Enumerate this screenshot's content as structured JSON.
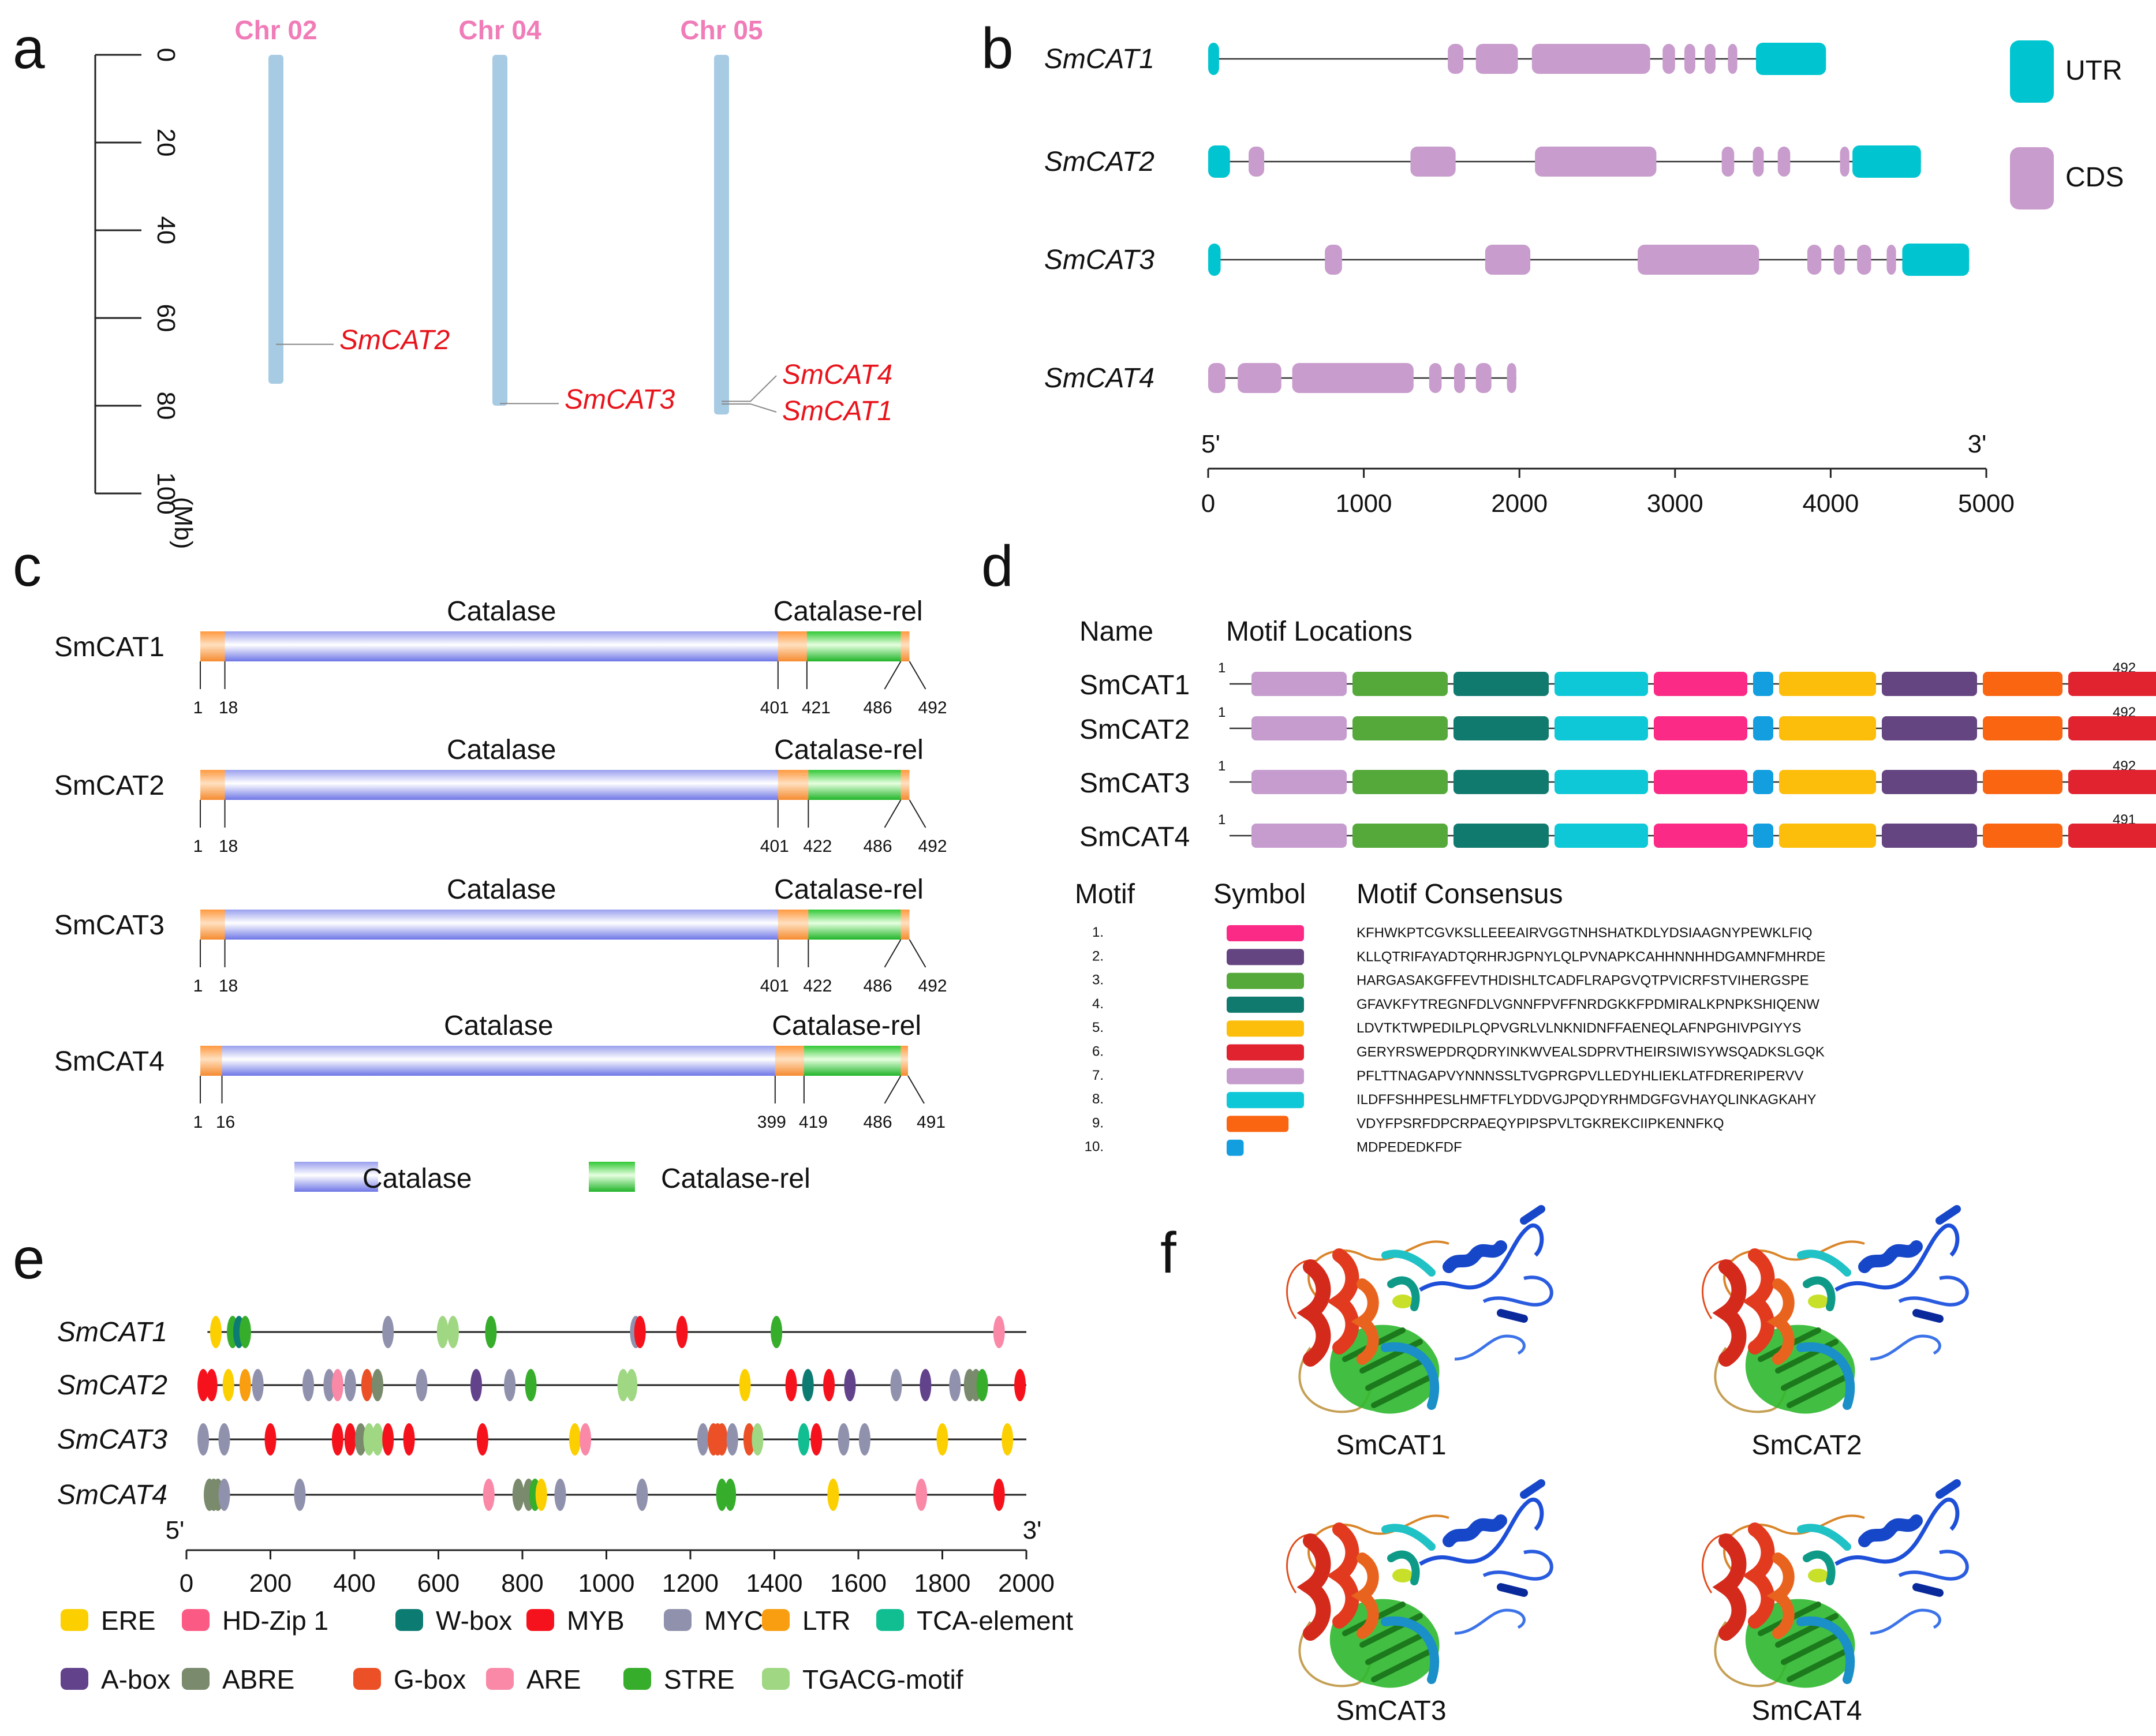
{
  "panel_labels": {
    "a": "a",
    "b": "b",
    "c": "c",
    "d": "d",
    "e": "e",
    "f": "f"
  },
  "panel_a": {
    "chromosomes": [
      {
        "name": "Chr 02",
        "length": 75,
        "genes": [
          {
            "name": "SmCAT2",
            "pos": 66
          }
        ]
      },
      {
        "name": "Chr 04",
        "length": 80,
        "genes": [
          {
            "name": "SmCAT3",
            "pos": 79.5
          }
        ]
      },
      {
        "name": "Chr 05",
        "length": 82,
        "genes": [
          {
            "name": "SmCAT4",
            "pos": 79
          },
          {
            "name": "SmCAT1",
            "pos": 79.6
          }
        ]
      }
    ],
    "axis_ticks": [
      "0",
      "20",
      "40",
      "60",
      "80",
      "100"
    ],
    "axis_unit": "(Mb)",
    "colors": {
      "chromosome": "#a8cbe4",
      "gene_text": "#e8141c",
      "chr_label": "#f07cb8"
    }
  },
  "panel_b": {
    "genes": [
      {
        "name": "SmCAT1",
        "start": 0,
        "end": 3970,
        "utr": [
          [
            0,
            70
          ],
          [
            3520,
            3970
          ]
        ],
        "cds": [
          [
            1540,
            1640
          ],
          [
            1720,
            1990
          ],
          [
            2080,
            2840
          ],
          [
            2920,
            3000
          ],
          [
            3060,
            3130
          ],
          [
            3190,
            3260
          ],
          [
            3340,
            3400
          ]
        ]
      },
      {
        "name": "SmCAT2",
        "start": 0,
        "end": 4580,
        "utr": [
          [
            0,
            140
          ],
          [
            4140,
            4580
          ]
        ],
        "cds": [
          [
            260,
            360
          ],
          [
            1300,
            1590
          ],
          [
            2100,
            2880
          ],
          [
            3300,
            3380
          ],
          [
            3500,
            3570
          ],
          [
            3660,
            3740
          ],
          [
            4060,
            4120
          ]
        ]
      },
      {
        "name": "SmCAT3",
        "start": 0,
        "end": 4890,
        "utr": [
          [
            0,
            80
          ],
          [
            4460,
            4890
          ]
        ],
        "cds": [
          [
            750,
            860
          ],
          [
            1780,
            2070
          ],
          [
            2760,
            3540
          ],
          [
            3850,
            3940
          ],
          [
            4020,
            4090
          ],
          [
            4170,
            4260
          ],
          [
            4360,
            4420
          ]
        ]
      },
      {
        "name": "SmCAT4",
        "start": 0,
        "end": 1980,
        "utr": [],
        "cds": [
          [
            0,
            110
          ],
          [
            190,
            470
          ],
          [
            540,
            1320
          ],
          [
            1420,
            1500
          ],
          [
            1580,
            1650
          ],
          [
            1720,
            1820
          ],
          [
            1920,
            1980
          ]
        ]
      }
    ],
    "legend": [
      {
        "label": "UTR",
        "color": "#00c5d0"
      },
      {
        "label": "CDS",
        "color": "#c89ccc"
      }
    ],
    "axis_ticks": [
      "0",
      "1000",
      "2000",
      "3000",
      "4000",
      "5000"
    ],
    "axis_max": 5000,
    "end5": "5'",
    "end3": "3'"
  },
  "panel_c": {
    "proteins": [
      {
        "name": "SmCAT1",
        "catalase_label": "Catalase",
        "rel_label": "Catalase-rel",
        "length": 492,
        "cat": [
          18,
          401
        ],
        "rel": [
          421,
          486
        ],
        "ticks": [
          1,
          18,
          401,
          421,
          486,
          492
        ]
      },
      {
        "name": "SmCAT2",
        "catalase_label": "Catalase",
        "rel_label": "Catalase-rel",
        "length": 492,
        "cat": [
          18,
          401
        ],
        "rel": [
          422,
          486
        ],
        "ticks": [
          1,
          18,
          401,
          422,
          486,
          492
        ]
      },
      {
        "name": "SmCAT3",
        "catalase_label": "Catalase",
        "rel_label": "Catalase-rel",
        "length": 492,
        "cat": [
          18,
          401
        ],
        "rel": [
          422,
          486
        ],
        "ticks": [
          1,
          18,
          401,
          422,
          486,
          492
        ]
      },
      {
        "name": "SmCAT4",
        "catalase_label": "Catalase",
        "rel_label": "Catalase-rel",
        "length": 491,
        "cat": [
          16,
          399
        ],
        "rel": [
          419,
          486
        ],
        "ticks": [
          1,
          16,
          399,
          419,
          486,
          491
        ]
      }
    ],
    "legend": [
      {
        "label": "Catalase"
      },
      {
        "label": "Catalase-rel"
      }
    ]
  },
  "panel_d": {
    "header_name": "Name",
    "header_loc": "Motif Locations",
    "rows": [
      {
        "name": "SmCAT1",
        "start": "1",
        "end": "492"
      },
      {
        "name": "SmCAT2",
        "start": "1",
        "end": "492"
      },
      {
        "name": "SmCAT3",
        "start": "1",
        "end": "492"
      },
      {
        "name": "SmCAT4",
        "start": "1",
        "end": "491"
      }
    ],
    "motif_order": [
      7,
      3,
      4,
      8,
      1,
      10,
      5,
      2,
      9,
      6
    ],
    "legend_headers": {
      "motif": "Motif",
      "symbol": "Symbol",
      "consensus": "Motif Consensus"
    },
    "motifs": [
      {
        "num": "1.",
        "color": "#fb2a86",
        "width": 1.0,
        "seq": "KFHWKPTCGVKSLLEEEAIRVGGTNHSHATKDLYDSIAAGNYPEWKLFIQ"
      },
      {
        "num": "2.",
        "color": "#654581",
        "width": 1.0,
        "seq": "KLLQTRIFAYADTQRHRJGPNYLQLPVNAPKCAHHNNHHDGAMNFMHRDE"
      },
      {
        "num": "3.",
        "color": "#54a93a",
        "width": 1.0,
        "seq": "HARGASAKGFFEVTHDISHLTCADFLRAPGVQTPVICRFSTVIHERGSPE"
      },
      {
        "num": "4.",
        "color": "#117a6f",
        "width": 1.0,
        "seq": "GFAVKFYTREGNFDLVGNNFPVFFNRDGKKFPDMIRALKPNPKSHIQENW"
      },
      {
        "num": "5.",
        "color": "#fdbd0b",
        "width": 1.0,
        "seq": "LDVTKTWPEDILPLQPVGRLVLNKNIDNFFAENEQLAFNPGHIVPGIYYS"
      },
      {
        "num": "6.",
        "color": "#e12330",
        "width": 1.0,
        "seq": "GERYRSWEPDRQDRYINKWVEALSDPRVTHEIRSIWISYWSQADKSLGQK"
      },
      {
        "num": "7.",
        "color": "#c59ccd",
        "width": 1.0,
        "seq": "PFLTTNAGAPVYNNNSSLTVGPRGPVLLEDYHLIEKLATFDRERIPERVV"
      },
      {
        "num": "8.",
        "color": "#0ec8d8",
        "width": 1.0,
        "seq": "ILDFFSHHPESLHMFTFLYDDVGJPQDYRHMDGFGVHAYQLINKAGKAHY"
      },
      {
        "num": "9.",
        "color": "#fa6512",
        "width": 0.8,
        "seq": "VDYFPSRFDPCRPAEQYPIPSPVLTGKREKCIIPKENNFKQ"
      },
      {
        "num": "10.",
        "color": "#129edf",
        "width": 0.22,
        "seq": "MDPEDEDKFDF"
      }
    ]
  },
  "panel_e": {
    "genes": [
      "SmCAT1",
      "SmCAT2",
      "SmCAT3",
      "SmCAT4"
    ],
    "axis_ticks": [
      "0",
      "200",
      "400",
      "600",
      "800",
      "1000",
      "1200",
      "1400",
      "1600",
      "1800",
      "2000"
    ],
    "axis_max": 2000,
    "end5": "5'",
    "end3": "3'",
    "elements": {
      "ERE": {
        "label": "ERE",
        "color": "#fcd000"
      },
      "HD": {
        "label": "HD-Zip 1",
        "color": "#fb5a84"
      },
      "WBOX": {
        "label": "W-box",
        "color": "#0c7c73"
      },
      "MYB": {
        "label": "MYB",
        "color": "#f6121c"
      },
      "MYC": {
        "label": "MYC",
        "color": "#9091ad"
      },
      "LTR": {
        "label": "LTR",
        "color": "#f89e10"
      },
      "TCA": {
        "label": "TCA-element",
        "color": "#10be92"
      },
      "ABOX": {
        "label": "A-box",
        "color": "#61428b"
      },
      "ABRE": {
        "label": "ABRE",
        "color": "#7a8a6c"
      },
      "GBOX": {
        "label": "G-box",
        "color": "#eb5026"
      },
      "ARE": {
        "label": "ARE",
        "color": "#fa89a8"
      },
      "STRE": {
        "label": "STRE",
        "color": "#37ad2c"
      },
      "TGACG": {
        "label": "TGACG-motif",
        "color": "#9fd783"
      }
    },
    "legend_order": [
      [
        "ERE",
        "HD",
        "WBOX",
        "MYB",
        "MYC",
        "LTR",
        "TCA"
      ],
      [
        "ABOX",
        "ABRE",
        "GBOX",
        "ARE",
        "STRE",
        "TGACG"
      ]
    ],
    "sites": [
      [
        [
          "ERE",
          70
        ],
        [
          "STRE",
          110
        ],
        [
          "WBOX",
          125
        ],
        [
          "STRE",
          140
        ],
        [
          "MYC",
          480
        ],
        [
          "TGACG",
          610
        ],
        [
          "TGACG",
          635
        ],
        [
          "STRE",
          725
        ],
        [
          "MYC",
          1070
        ],
        [
          "MYB",
          1080
        ],
        [
          "MYB",
          1180
        ],
        [
          "STRE",
          1405
        ],
        [
          "ARE",
          1935
        ]
      ],
      [
        [
          "MYB",
          40
        ],
        [
          "MYB",
          60
        ],
        [
          "ERE",
          100
        ],
        [
          "LTR",
          140
        ],
        [
          "MYC",
          170
        ],
        [
          "MYC",
          290
        ],
        [
          "MYC",
          340
        ],
        [
          "ARE",
          360
        ],
        [
          "MYC",
          390
        ],
        [
          "GBOX",
          430
        ],
        [
          "ABRE",
          455
        ],
        [
          "MYC",
          560
        ],
        [
          "ABOX",
          690
        ],
        [
          "MYC",
          770
        ],
        [
          "STRE",
          820
        ],
        [
          "TGACG",
          1040
        ],
        [
          "TGACG",
          1060
        ],
        [
          "ERE",
          1330
        ],
        [
          "MYB",
          1440
        ],
        [
          "WBOX",
          1480
        ],
        [
          "MYB",
          1530
        ],
        [
          "ABOX",
          1580
        ],
        [
          "MYC",
          1690
        ],
        [
          "ABOX",
          1760
        ],
        [
          "MYC",
          1830
        ],
        [
          "ABRE",
          1865
        ],
        [
          "ABRE",
          1880
        ],
        [
          "STRE",
          1895
        ],
        [
          "MYB",
          1985
        ]
      ],
      [
        [
          "MYC",
          40
        ],
        [
          "MYC",
          90
        ],
        [
          "MYB",
          200
        ],
        [
          "MYB",
          360
        ],
        [
          "MYB",
          390
        ],
        [
          "ABRE",
          415
        ],
        [
          "TGACG",
          435
        ],
        [
          "TGACG",
          455
        ],
        [
          "MYB",
          480
        ],
        [
          "MYB",
          530
        ],
        [
          "MYB",
          705
        ],
        [
          "ERE",
          925
        ],
        [
          "ARE",
          950
        ],
        [
          "MYC",
          1230
        ],
        [
          "GBOX",
          1255
        ],
        [
          "GBOX",
          1265
        ],
        [
          "GBOX",
          1275
        ],
        [
          "MYC",
          1300
        ],
        [
          "GBOX",
          1340
        ],
        [
          "TGACG",
          1360
        ],
        [
          "TCA",
          1470
        ],
        [
          "MYB",
          1500
        ],
        [
          "MYC",
          1565
        ],
        [
          "MYC",
          1615
        ],
        [
          "ERE",
          1800
        ],
        [
          "ERE",
          1955
        ]
      ],
      [
        [
          "ABRE",
          55
        ],
        [
          "ABRE",
          65
        ],
        [
          "ABRE",
          75
        ],
        [
          "MYC",
          90
        ],
        [
          "MYC",
          270
        ],
        [
          "ARE",
          720
        ],
        [
          "ABRE",
          790
        ],
        [
          "ABRE",
          815
        ],
        [
          "STRE",
          830
        ],
        [
          "ERE",
          845
        ],
        [
          "MYC",
          890
        ],
        [
          "MYC",
          1085
        ],
        [
          "STRE",
          1275
        ],
        [
          "STRE",
          1295
        ],
        [
          "ERE",
          1540
        ],
        [
          "ARE",
          1750
        ],
        [
          "MYB",
          1935
        ]
      ]
    ]
  },
  "panel_f": {
    "structures": [
      {
        "label": "SmCAT1"
      },
      {
        "label": "SmCAT2"
      },
      {
        "label": "SmCAT3"
      },
      {
        "label": "SmCAT4"
      }
    ]
  }
}
